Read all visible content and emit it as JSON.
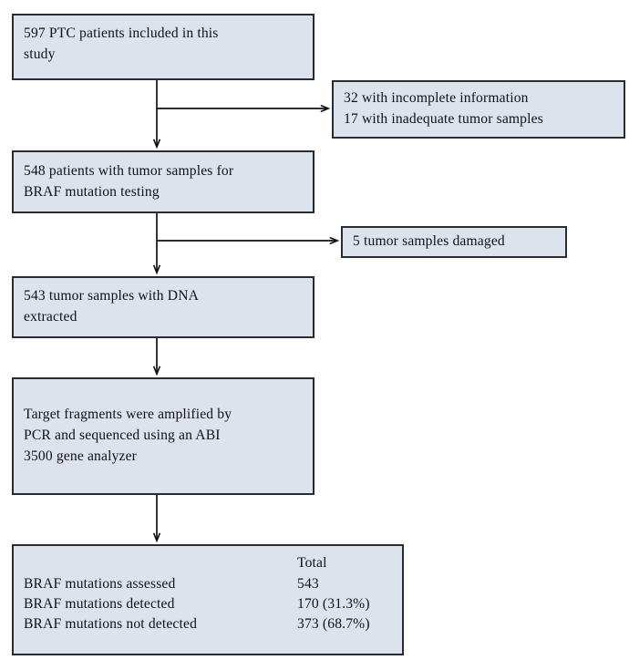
{
  "figure": {
    "type": "flowchart",
    "orientation": "top-to-bottom",
    "background_color": "#ffffff",
    "box_fill_color": "#dce3ed",
    "box_border_color": "#2b2b33",
    "connector_color": "#111116"
  },
  "nodes": {
    "enrolled": {
      "id": "enrolled",
      "role": "start",
      "count": 597,
      "lines": [
        "597 PTC patients included in this",
        "study"
      ]
    },
    "excluded_1": {
      "id": "excluded-1",
      "role": "exclusion",
      "lines": [
        "32 with incomplete information",
        "17 with inadequate tumor samples"
      ]
    },
    "testing": {
      "id": "testing",
      "role": "step",
      "count": 548,
      "lines": [
        "548 patients with tumor samples for",
        "BRAF mutation testing"
      ]
    },
    "excluded_2": {
      "id": "excluded-2",
      "role": "exclusion",
      "lines": [
        "5 tumor samples damaged"
      ]
    },
    "dna": {
      "id": "dna",
      "role": "step",
      "count": 543,
      "lines": [
        "543 tumor samples with DNA",
        "extracted"
      ]
    },
    "pcr": {
      "id": "pcr",
      "role": "step",
      "lines": [
        "Target fragments were amplified by",
        "PCR and sequenced using an ABI",
        "3500 gene analyzer"
      ]
    }
  },
  "results": {
    "id": "results",
    "role": "outcome",
    "column_header": "Total",
    "rows": [
      {
        "label": "BRAF mutations assessed",
        "value": "543"
      },
      {
        "label": "BRAF mutations detected",
        "value": "170 (31.3%)"
      },
      {
        "label": "BRAF mutations not detected",
        "value": "373 (68.7%)"
      }
    ]
  },
  "chart_data": {
    "type": "table",
    "title": "BRAF mutation status among PTC patients",
    "columns": [
      "",
      "Total"
    ],
    "rows": [
      [
        "BRAF mutations assessed",
        "543"
      ],
      [
        "BRAF mutations detected",
        "170 (31.3%)"
      ],
      [
        "BRAF mutations not detected",
        "373 (68.7%)"
      ]
    ],
    "values": [
      543,
      170,
      373
    ],
    "percentages": [
      100.0,
      31.3,
      68.7
    ],
    "flow_counts": {
      "initial_patients": 597,
      "excluded_incomplete_information": 32,
      "excluded_inadequate_tumor_samples": 17,
      "after_first_exclusion": 548,
      "excluded_damaged_samples": 5,
      "dna_extracted": 543,
      "mutation_detected": 170,
      "mutation_not_detected": 373
    }
  }
}
